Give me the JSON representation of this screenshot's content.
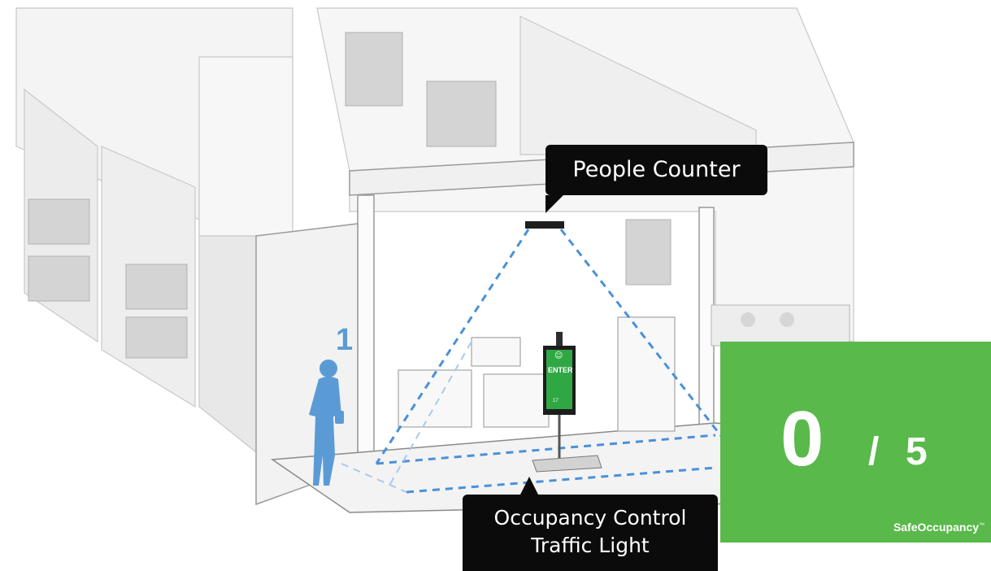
{
  "callouts": {
    "people_counter": "People Counter",
    "traffic_light_line1": "Occupancy Control",
    "traffic_light_line2": "Traffic Light"
  },
  "person_number": "1",
  "kiosk": {
    "screen_text": "ENTER",
    "icon": "smiley-icon",
    "small_text": "17"
  },
  "occupancy": {
    "current": "0",
    "separator": "/",
    "max": "5",
    "brand": "SafeOccupancy",
    "trademark": "™"
  },
  "colors": {
    "panel_green": "#59b94a",
    "kiosk_green": "#2fa844",
    "person_blue": "#5b9bd5",
    "dash_blue": "#4a90d9",
    "callout_black": "#0b0b0b"
  }
}
